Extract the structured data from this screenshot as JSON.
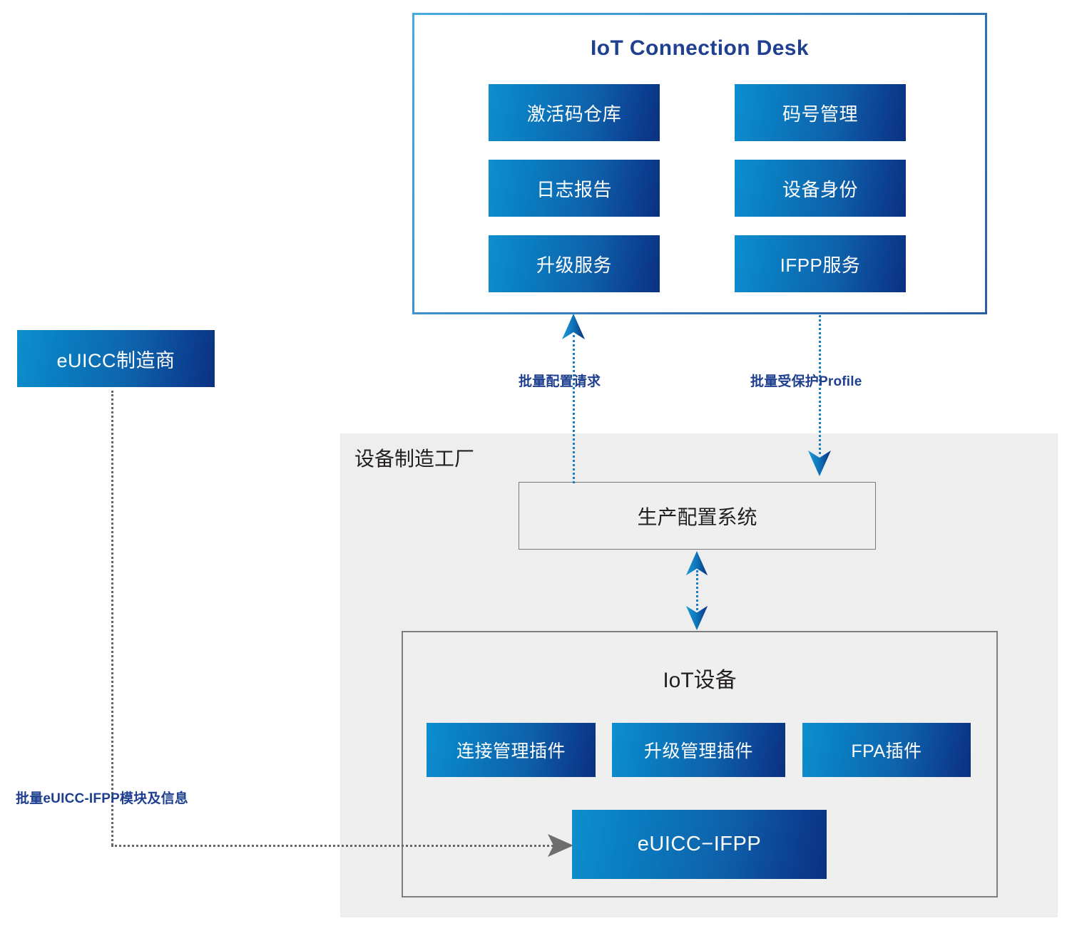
{
  "diagram": {
    "title_text": "IoT Connection Desk",
    "accent_blue": "#0d8fce",
    "accent_navy": "#0b3180",
    "label_color": "#1f3f8f",
    "panel_gray": "#eeeeee"
  },
  "iot_connection_desk": {
    "title": "IoT Connection Desk",
    "services_left": [
      {
        "label": "激活码仓库"
      },
      {
        "label": "日志报告"
      },
      {
        "label": "升级服务"
      }
    ],
    "services_right": [
      {
        "label": "码号管理"
      },
      {
        "label": "设备身份"
      },
      {
        "label": "IFPP服务"
      }
    ]
  },
  "euicc_manufacturer": {
    "label": "eUICC制造商"
  },
  "factory": {
    "label": "设备制造工厂",
    "production_system": {
      "label": "生产配置系统"
    },
    "iot_device": {
      "title": "IoT设备",
      "plugins": [
        {
          "label": "连接管理插件"
        },
        {
          "label": "升级管理插件"
        },
        {
          "label": "FPA插件"
        }
      ],
      "euicc_module": {
        "label": "eUICC−IFPP"
      }
    }
  },
  "connectors": [
    {
      "id": "bulk-config-request",
      "label": "批量配置请求",
      "direction": "up"
    },
    {
      "id": "bulk-protected-profile",
      "label": "批量受保护Profile",
      "direction": "down"
    },
    {
      "id": "bulk-euicc-ifpp-modules",
      "label": "批量eUICC-IFPP模块及信息",
      "direction": "right"
    },
    {
      "id": "prod-device-link",
      "label": "",
      "direction": "bidirectional"
    }
  ]
}
